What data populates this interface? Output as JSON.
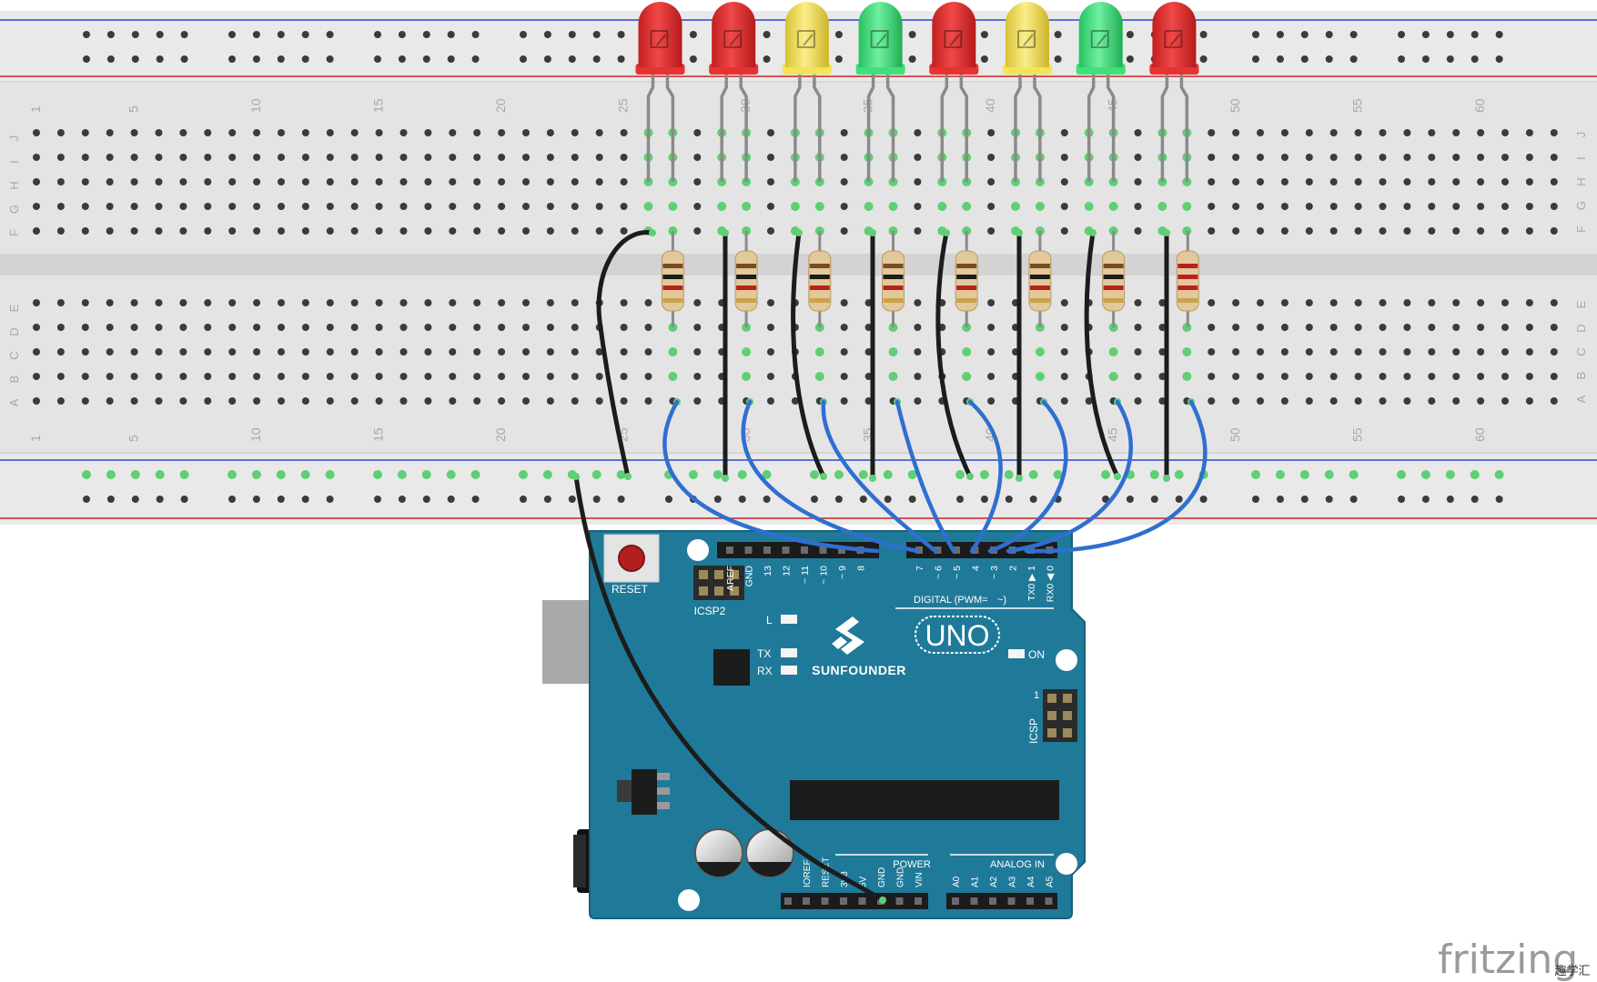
{
  "breadboard": {
    "column_labels": [
      "1",
      "5",
      "10",
      "15",
      "20",
      "25",
      "30",
      "35",
      "40",
      "45",
      "50",
      "55",
      "60"
    ],
    "row_labels_top": [
      "J",
      "I",
      "H",
      "G",
      "F"
    ],
    "row_labels_bottom": [
      "E",
      "D",
      "C",
      "B",
      "A"
    ]
  },
  "leds": [
    {
      "color": "red",
      "column": 26
    },
    {
      "color": "red",
      "column": 29
    },
    {
      "color": "yellow",
      "column": 32
    },
    {
      "color": "green",
      "column": 35
    },
    {
      "color": "red",
      "column": 38
    },
    {
      "color": "yellow",
      "column": 41
    },
    {
      "color": "green",
      "column": 44
    },
    {
      "color": "red",
      "column": 47
    }
  ],
  "colors": {
    "led_red": "#e63232",
    "led_yellow": "#f5e35a",
    "led_green": "#3fe07a",
    "board": "#1f7a99",
    "wire_blue": "#2f6fd0",
    "wire_black": "#1c1c1c",
    "rail_blue": "#3344cc",
    "rail_red": "#cc2222"
  },
  "arduino": {
    "reset_label": "RESET",
    "icsp2_label": "ICSP2",
    "icsp_label": "ICSP",
    "icsp_pin1": "1",
    "digital_header": [
      "AREF",
      "GND",
      "13",
      "12",
      "~ 11",
      "~ 10",
      "~ 9",
      "8",
      "7",
      "~ 6",
      "~ 5",
      "4",
      "~ 3",
      "2",
      "TX0 ▶ 1",
      "RX0 ◀ 0"
    ],
    "digital_label": "DIGITAL (PWM=",
    "pwm_symbol": "~)",
    "l_label": "L",
    "tx_label": "TX",
    "rx_label": "RX",
    "on_label": "ON",
    "brand": "SUNFOUNDER",
    "model": "UNO",
    "power_label": "POWER",
    "power_pins": [
      "IOREF",
      "RESET",
      "3V3",
      "5V",
      "GND",
      "GND",
      "VIN"
    ],
    "analog_label": "ANALOG IN",
    "analog_pins": [
      "A0",
      "A1",
      "A2",
      "A3",
      "A4",
      "A5"
    ]
  },
  "watermark": {
    "text": "fritzing",
    "overlay": "趣学汇"
  }
}
